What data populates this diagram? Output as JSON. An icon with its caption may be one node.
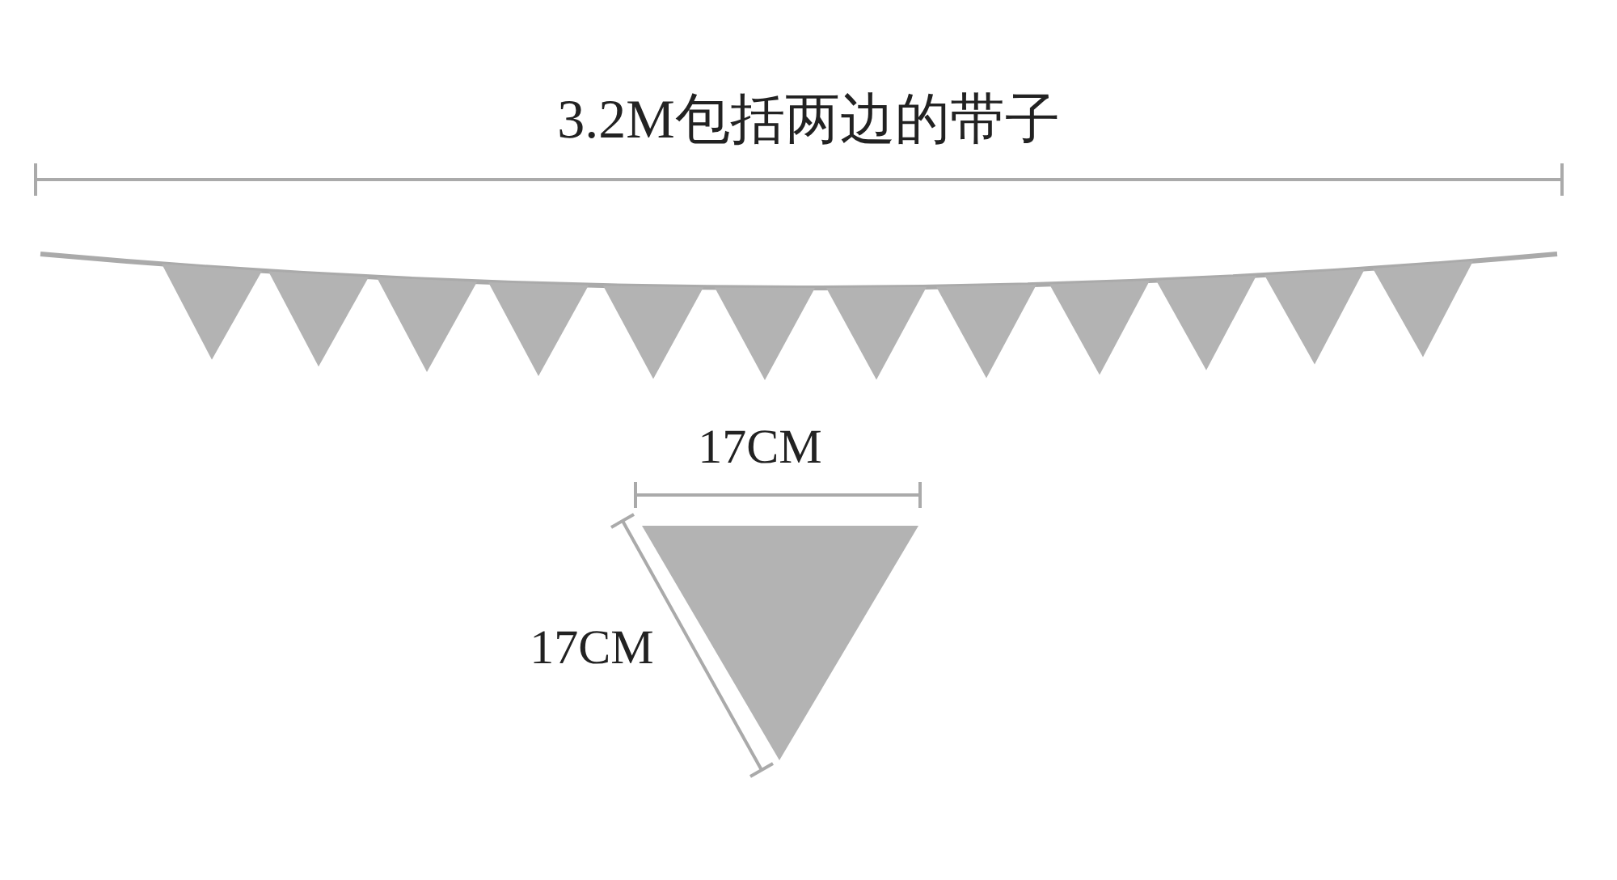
{
  "diagram": {
    "labels": [
      "3.2M包括两边的带子",
      "17CM",
      "17CM"
    ]
  }
}
